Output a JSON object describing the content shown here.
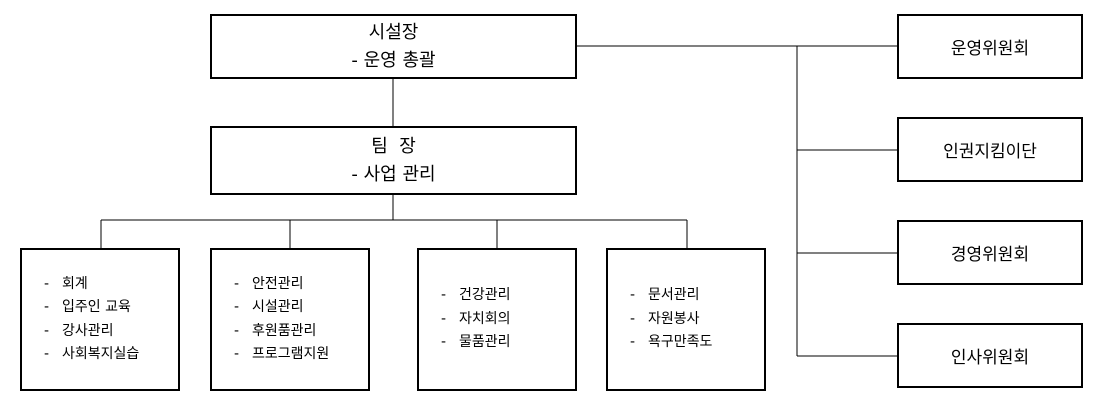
{
  "director": {
    "title": "시설장",
    "role": "- 운영 총괄"
  },
  "team_leader": {
    "title": "팀  장",
    "role": "- 사업 관리"
  },
  "departments": [
    {
      "items": [
        "회계",
        "입주인 교육",
        "강사관리",
        "사회복지실습"
      ]
    },
    {
      "items": [
        "안전관리",
        "시설관리",
        "후원품관리",
        "프로그램지원"
      ]
    },
    {
      "items": [
        "건강관리",
        "자치회의",
        "물품관리"
      ]
    },
    {
      "items": [
        "문서관리",
        "자원봉사",
        "욕구만족도"
      ]
    }
  ],
  "committees": [
    "운영위원회",
    "인권지킴이단",
    "경영위원회",
    "인사위원회"
  ],
  "item_prefix": "-"
}
